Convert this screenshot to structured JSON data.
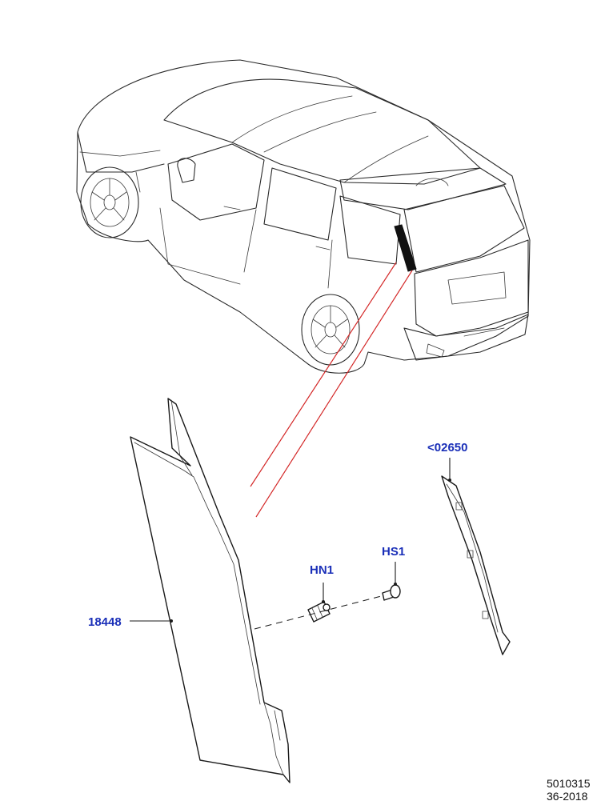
{
  "colors": {
    "callout": "#1a2fb8",
    "focus_line": "#d42a2a",
    "outline": "#1a1a1a",
    "highlight_fill": "#111111"
  },
  "callouts": {
    "trim_panel": "18448",
    "finisher": "<02650",
    "nut": "HN1",
    "screw": "HS1"
  },
  "footer": {
    "illustration_number": "5010315",
    "group_code": "36-2018"
  }
}
